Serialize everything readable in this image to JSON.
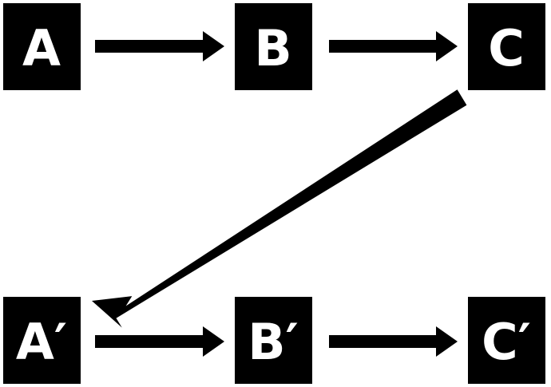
{
  "colors": {
    "node_fill": "#000000",
    "node_text": "#ffffff",
    "arrow": "#000000",
    "background": "#ffffff"
  },
  "nodes": {
    "a": "A",
    "b": "B",
    "c": "C",
    "a_prime": "A′",
    "b_prime": "B′",
    "c_prime": "C′"
  },
  "edges": [
    {
      "from": "A",
      "to": "B"
    },
    {
      "from": "B",
      "to": "C"
    },
    {
      "from": "C",
      "to": "A′"
    },
    {
      "from": "A′",
      "to": "B′"
    },
    {
      "from": "B′",
      "to": "C′"
    }
  ]
}
